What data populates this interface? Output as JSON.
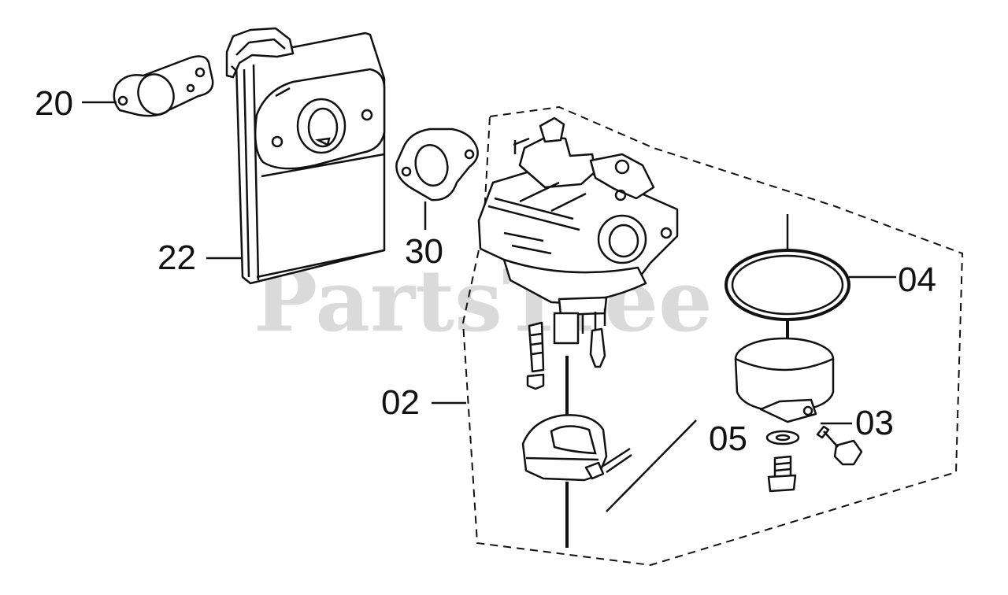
{
  "watermark": "PartsTree",
  "callouts": {
    "p20": "20",
    "p22": "22",
    "p30": "30",
    "p02": "02",
    "p04": "04",
    "p05": "05",
    "p03": "03"
  },
  "colors": {
    "line": "#111111",
    "watermark": "#d4d4d4",
    "background": "#ffffff"
  }
}
